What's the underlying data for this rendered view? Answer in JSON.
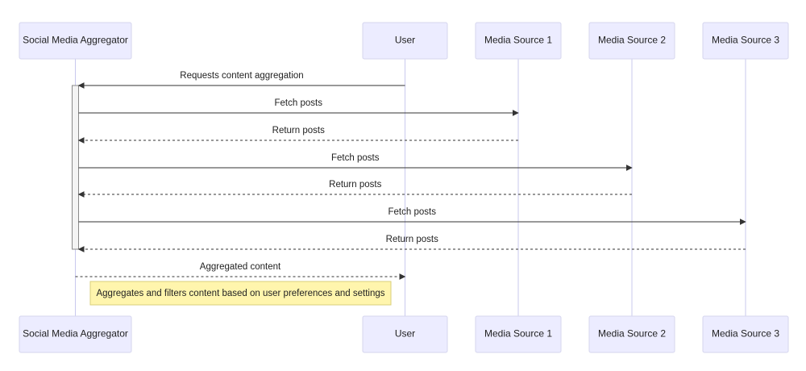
{
  "participants": [
    {
      "key": "aggregator",
      "label": "Social Media Aggregator"
    },
    {
      "key": "user",
      "label": "User"
    },
    {
      "key": "src1",
      "label": "Media Source 1"
    },
    {
      "key": "src2",
      "label": "Media Source 2"
    },
    {
      "key": "src3",
      "label": "Media Source 3"
    }
  ],
  "messages": [
    {
      "from": "user",
      "to": "aggregator",
      "label": "Requests content aggregation",
      "style": "solid"
    },
    {
      "from": "aggregator",
      "to": "src1",
      "label": "Fetch posts",
      "style": "solid"
    },
    {
      "from": "src1",
      "to": "aggregator",
      "label": "Return posts",
      "style": "dashed"
    },
    {
      "from": "aggregator",
      "to": "src2",
      "label": "Fetch posts",
      "style": "solid"
    },
    {
      "from": "src2",
      "to": "aggregator",
      "label": "Return posts",
      "style": "dashed"
    },
    {
      "from": "aggregator",
      "to": "src3",
      "label": "Fetch posts",
      "style": "solid"
    },
    {
      "from": "src3",
      "to": "aggregator",
      "label": "Return posts",
      "style": "dashed"
    },
    {
      "from": "aggregator",
      "to": "user",
      "label": "Aggregated content",
      "style": "dashed"
    }
  ],
  "note": {
    "text": "Aggregates and filters content based on user preferences and settings"
  },
  "colors": {
    "actor_fill": "#ececff",
    "actor_border": "#d6d6ee",
    "lifeline": "#c9c9ee",
    "note_fill": "#fff5ad",
    "note_border": "#d8cf7a",
    "arrow": "#333333"
  }
}
